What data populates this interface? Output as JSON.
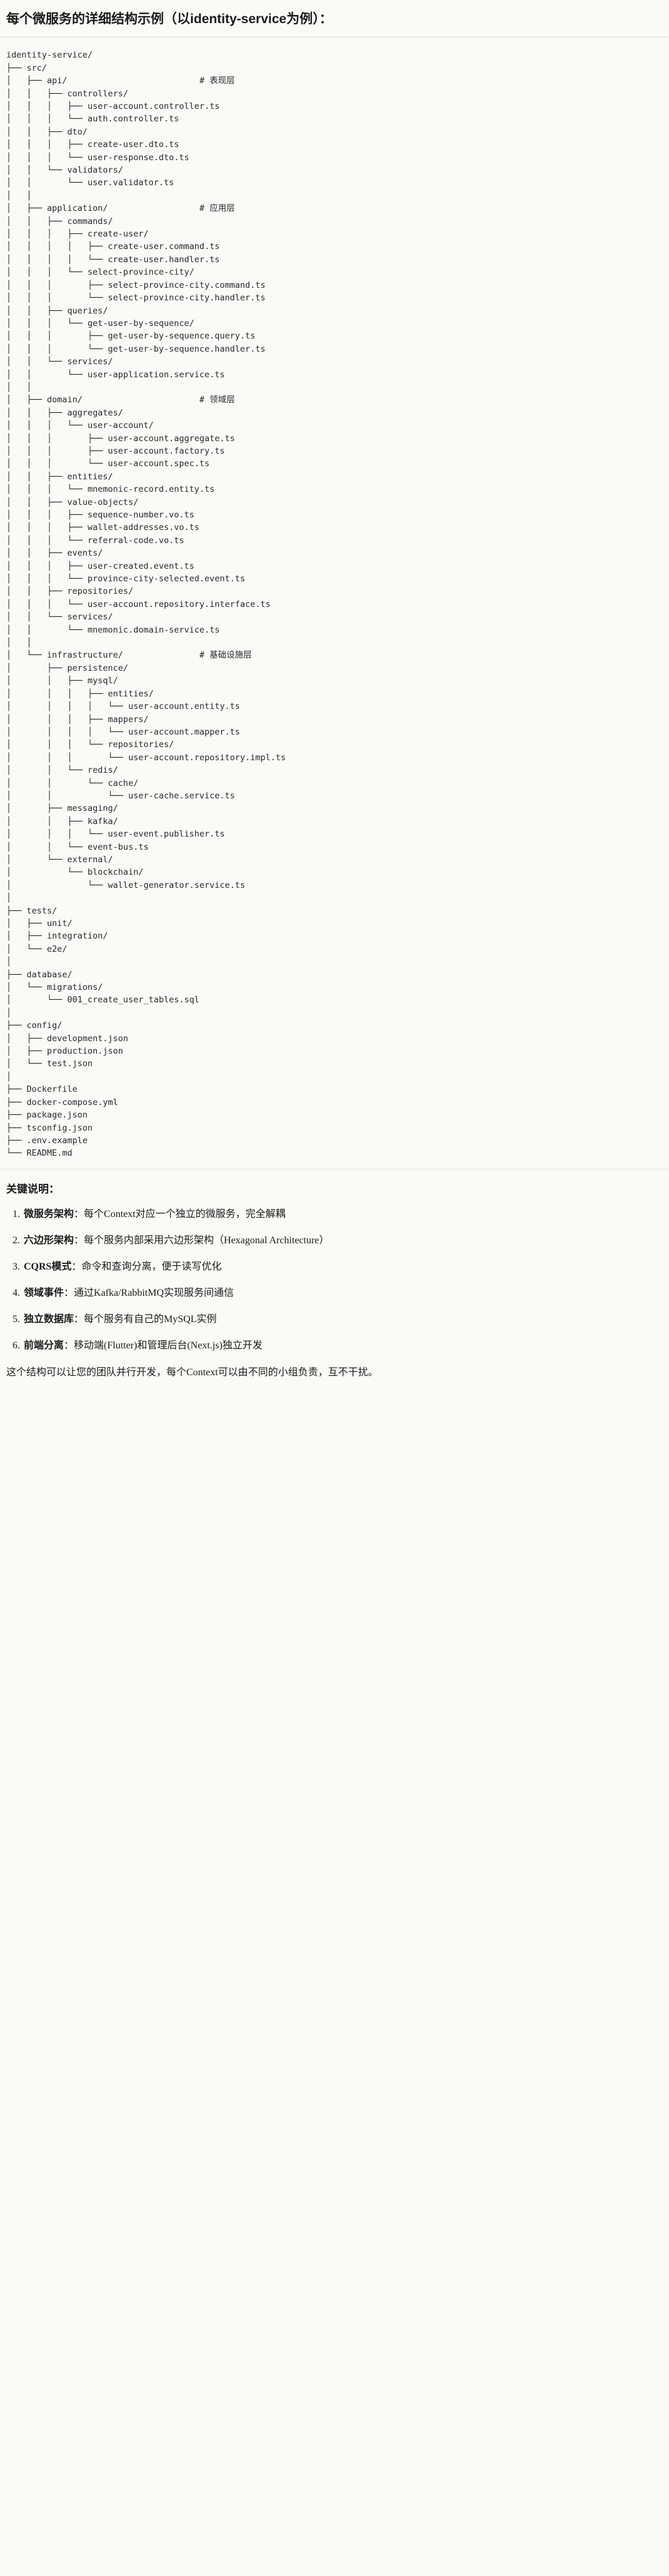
{
  "title": "每个微服务的详细结构示例（以identity-service为例）：",
  "tree": {
    "root": "identity-service/",
    "lines": [
      {
        "text": "identity-service/",
        "comment": ""
      },
      {
        "text": "├── src/",
        "comment": ""
      },
      {
        "text": "│   ├── api/",
        "comment": "# 表现层"
      },
      {
        "text": "│   │   ├── controllers/",
        "comment": ""
      },
      {
        "text": "│   │   │   ├── user-account.controller.ts",
        "comment": ""
      },
      {
        "text": "│   │   │   └── auth.controller.ts",
        "comment": ""
      },
      {
        "text": "│   │   ├── dto/",
        "comment": ""
      },
      {
        "text": "│   │   │   ├── create-user.dto.ts",
        "comment": ""
      },
      {
        "text": "│   │   │   └── user-response.dto.ts",
        "comment": ""
      },
      {
        "text": "│   │   └── validators/",
        "comment": ""
      },
      {
        "text": "│   │       └── user.validator.ts",
        "comment": ""
      },
      {
        "text": "│   │",
        "comment": ""
      },
      {
        "text": "│   ├── application/",
        "comment": "# 应用层"
      },
      {
        "text": "│   │   ├── commands/",
        "comment": ""
      },
      {
        "text": "│   │   │   ├── create-user/",
        "comment": ""
      },
      {
        "text": "│   │   │   │   ├── create-user.command.ts",
        "comment": ""
      },
      {
        "text": "│   │   │   │   └── create-user.handler.ts",
        "comment": ""
      },
      {
        "text": "│   │   │   └── select-province-city/",
        "comment": ""
      },
      {
        "text": "│   │   │       ├── select-province-city.command.ts",
        "comment": ""
      },
      {
        "text": "│   │   │       └── select-province-city.handler.ts",
        "comment": ""
      },
      {
        "text": "│   │   ├── queries/",
        "comment": ""
      },
      {
        "text": "│   │   │   └── get-user-by-sequence/",
        "comment": ""
      },
      {
        "text": "│   │   │       ├── get-user-by-sequence.query.ts",
        "comment": ""
      },
      {
        "text": "│   │   │       └── get-user-by-sequence.handler.ts",
        "comment": ""
      },
      {
        "text": "│   │   └── services/",
        "comment": ""
      },
      {
        "text": "│   │       └── user-application.service.ts",
        "comment": ""
      },
      {
        "text": "│   │",
        "comment": ""
      },
      {
        "text": "│   ├── domain/",
        "comment": "# 领域层"
      },
      {
        "text": "│   │   ├── aggregates/",
        "comment": ""
      },
      {
        "text": "│   │   │   └── user-account/",
        "comment": ""
      },
      {
        "text": "│   │   │       ├── user-account.aggregate.ts",
        "comment": ""
      },
      {
        "text": "│   │   │       ├── user-account.factory.ts",
        "comment": ""
      },
      {
        "text": "│   │   │       └── user-account.spec.ts",
        "comment": ""
      },
      {
        "text": "│   │   ├── entities/",
        "comment": ""
      },
      {
        "text": "│   │   │   └── mnemonic-record.entity.ts",
        "comment": ""
      },
      {
        "text": "│   │   ├── value-objects/",
        "comment": ""
      },
      {
        "text": "│   │   │   ├── sequence-number.vo.ts",
        "comment": ""
      },
      {
        "text": "│   │   │   ├── wallet-addresses.vo.ts",
        "comment": ""
      },
      {
        "text": "│   │   │   └── referral-code.vo.ts",
        "comment": ""
      },
      {
        "text": "│   │   ├── events/",
        "comment": ""
      },
      {
        "text": "│   │   │   ├── user-created.event.ts",
        "comment": ""
      },
      {
        "text": "│   │   │   └── province-city-selected.event.ts",
        "comment": ""
      },
      {
        "text": "│   │   ├── repositories/",
        "comment": ""
      },
      {
        "text": "│   │   │   └── user-account.repository.interface.ts",
        "comment": ""
      },
      {
        "text": "│   │   └── services/",
        "comment": ""
      },
      {
        "text": "│   │       └── mnemonic.domain-service.ts",
        "comment": ""
      },
      {
        "text": "│   │",
        "comment": ""
      },
      {
        "text": "│   └── infrastructure/",
        "comment": "# 基础设施层"
      },
      {
        "text": "│       ├── persistence/",
        "comment": ""
      },
      {
        "text": "│       │   ├── mysql/",
        "comment": ""
      },
      {
        "text": "│       │   │   ├── entities/",
        "comment": ""
      },
      {
        "text": "│       │   │   │   └── user-account.entity.ts",
        "comment": ""
      },
      {
        "text": "│       │   │   ├── mappers/",
        "comment": ""
      },
      {
        "text": "│       │   │   │   └── user-account.mapper.ts",
        "comment": ""
      },
      {
        "text": "│       │   │   └── repositories/",
        "comment": ""
      },
      {
        "text": "│       │   │       └── user-account.repository.impl.ts",
        "comment": ""
      },
      {
        "text": "│       │   └── redis/",
        "comment": ""
      },
      {
        "text": "│       │       └── cache/",
        "comment": ""
      },
      {
        "text": "│       │           └── user-cache.service.ts",
        "comment": ""
      },
      {
        "text": "│       ├── messaging/",
        "comment": ""
      },
      {
        "text": "│       │   ├── kafka/",
        "comment": ""
      },
      {
        "text": "│       │   │   └── user-event.publisher.ts",
        "comment": ""
      },
      {
        "text": "│       │   └── event-bus.ts",
        "comment": ""
      },
      {
        "text": "│       └── external/",
        "comment": ""
      },
      {
        "text": "│           └── blockchain/",
        "comment": ""
      },
      {
        "text": "│               └── wallet-generator.service.ts",
        "comment": ""
      },
      {
        "text": "│",
        "comment": ""
      },
      {
        "text": "├── tests/",
        "comment": ""
      },
      {
        "text": "│   ├── unit/",
        "comment": ""
      },
      {
        "text": "│   ├── integration/",
        "comment": ""
      },
      {
        "text": "│   └── e2e/",
        "comment": ""
      },
      {
        "text": "│",
        "comment": ""
      },
      {
        "text": "├── database/",
        "comment": ""
      },
      {
        "text": "│   └── migrations/",
        "comment": ""
      },
      {
        "text": "│       └── 001_create_user_tables.sql",
        "comment": ""
      },
      {
        "text": "│",
        "comment": ""
      },
      {
        "text": "├── config/",
        "comment": ""
      },
      {
        "text": "│   ├── development.json",
        "comment": ""
      },
      {
        "text": "│   ├── production.json",
        "comment": ""
      },
      {
        "text": "│   └── test.json",
        "comment": ""
      },
      {
        "text": "│",
        "comment": ""
      },
      {
        "text": "├── Dockerfile",
        "comment": ""
      },
      {
        "text": "├── docker-compose.yml",
        "comment": ""
      },
      {
        "text": "├── package.json",
        "comment": ""
      },
      {
        "text": "├── tsconfig.json",
        "comment": ""
      },
      {
        "text": "├── .env.example",
        "comment": ""
      },
      {
        "text": "└── README.md",
        "comment": ""
      }
    ],
    "comment_column": 38,
    "comments": [
      "# 表现层",
      "# 应用层",
      "# 领域层",
      "# 基础设施层"
    ]
  },
  "notes": {
    "heading": "关键说明：",
    "items": [
      {
        "name": "微服务架构",
        "desc": "：每个Context对应一个独立的微服务，完全解耦"
      },
      {
        "name": "六边形架构",
        "desc": "：每个服务内部采用六边形架构（Hexagonal Architecture）"
      },
      {
        "name": "CQRS模式",
        "desc": "：命令和查询分离，便于读写优化"
      },
      {
        "name": "领域事件",
        "desc": "：通过Kafka/RabbitMQ实现服务间通信"
      },
      {
        "name": "独立数据库",
        "desc": "：每个服务有自己的MySQL实例"
      },
      {
        "name": "前端分离",
        "desc": "：移动端(Flutter)和管理后台(Next.js)独立开发"
      }
    ],
    "closing": "这个结构可以让您的团队并行开发，每个Context可以由不同的小组负责，互不干扰。"
  }
}
